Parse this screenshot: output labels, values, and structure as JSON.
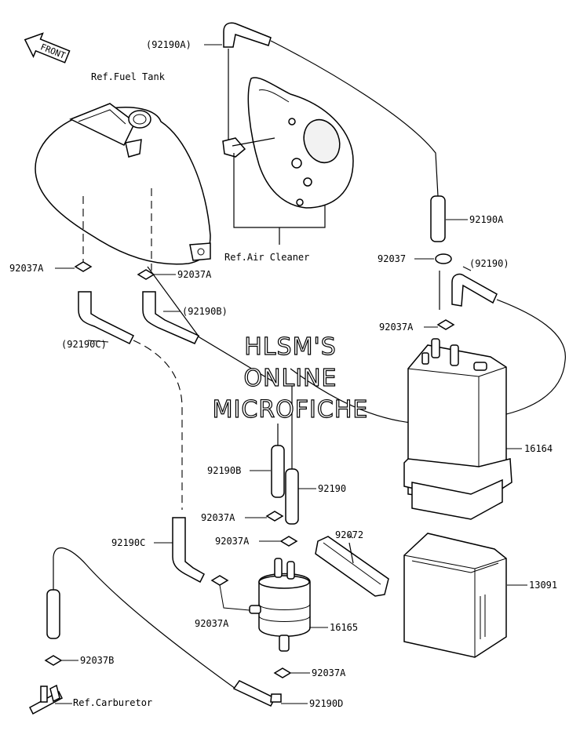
{
  "front_arrow_label": "FRONT",
  "watermark": {
    "line1": "HLSM'S",
    "line2": "ONLINE",
    "line3": "MICROFICHE"
  },
  "refs": {
    "fuel_tank": "Ref.Fuel Tank",
    "air_cleaner": "Ref.Air Cleaner",
    "carburetor": "Ref.Carburetor"
  },
  "parts": {
    "p92190A_top": "(92190A)",
    "p92190A_right": "92190A",
    "p92037_right": "92037",
    "p92190_paren": "(92190)",
    "p92037A_right": "92037A",
    "p16164": "16164",
    "p92037A_left": "92037A",
    "p92037A_center": "92037A",
    "p92190B_paren": "(92190B)",
    "p92190C_paren": "(92190C)",
    "p92190B": "92190B",
    "p92190": "92190",
    "p92037A_mid": "92037A",
    "p92037A_filter_top": "92037A",
    "p92072": "92072",
    "p92190C": "92190C",
    "p13091": "13091",
    "p92037A_filter_left": "92037A",
    "p16165": "16165",
    "p92037B": "92037B",
    "p92037A_bottom": "92037A",
    "p92190D": "92190D"
  }
}
